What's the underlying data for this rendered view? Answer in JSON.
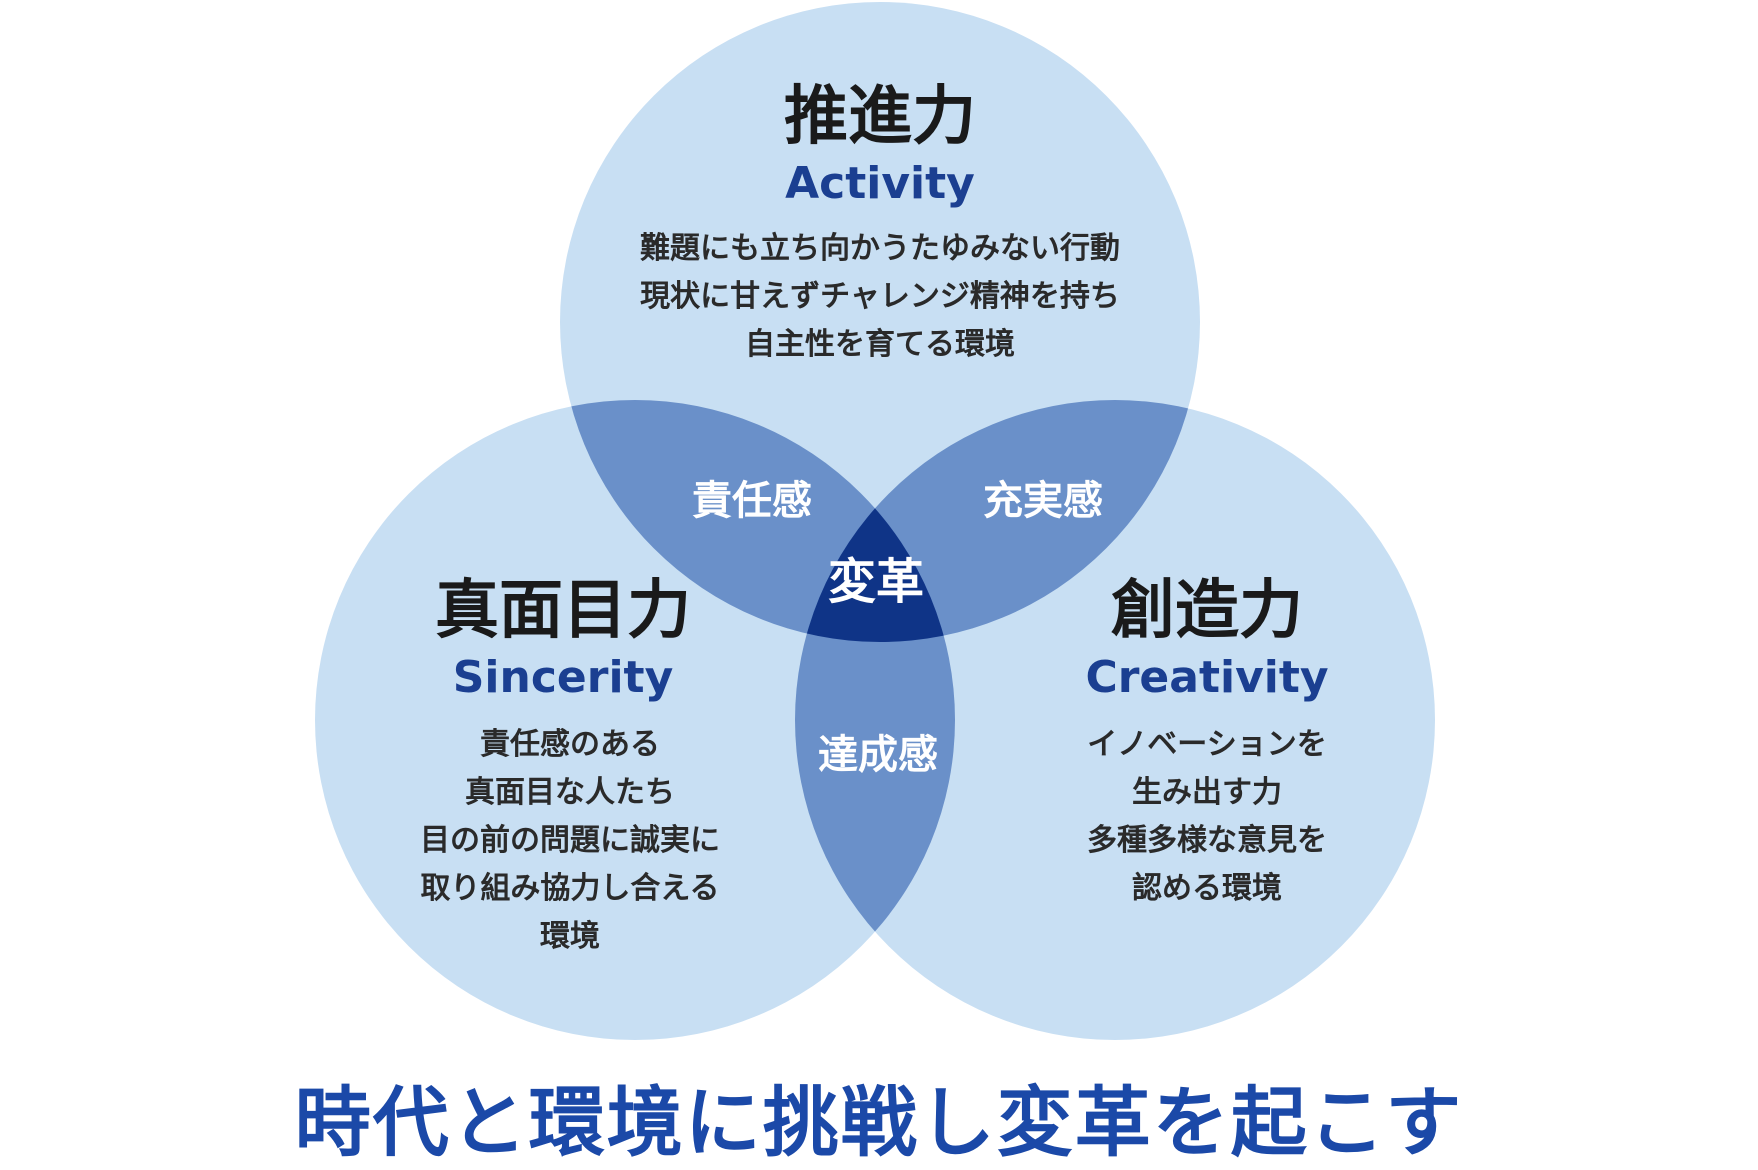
{
  "colors": {
    "circle": "#c8dff3",
    "pair_overlap": "#6a90c9",
    "center_overlap": "#0f3487",
    "title_en": "#1b3f91",
    "slogan": "#1b49a8"
  },
  "circles": {
    "activity": {
      "title_jp": "推進力",
      "title_en": "Activity",
      "description": [
        "難題にも立ち向かうたゆみない行動",
        "現状に甘えずチャレンジ精神を持ち",
        "自主性を育てる環境"
      ]
    },
    "sincerity": {
      "title_jp": "真面目力",
      "title_en": "Sincerity",
      "description": [
        "責任感のある",
        "真面目な人たち",
        "目の前の問題に誠実に",
        "取り組み協力し合える",
        "環境"
      ]
    },
    "creativity": {
      "title_jp": "創造力",
      "title_en": "Creativity",
      "description": [
        "イノベーションを",
        "生み出す力",
        "多種多様な意見を",
        "認める環境"
      ]
    }
  },
  "overlaps": {
    "activity_sincerity": "責任感",
    "activity_creativity": "充実感",
    "sincerity_creativity": "達成感",
    "center": "変革"
  },
  "slogan": "時代と環境に挑戦し変革を起こす"
}
